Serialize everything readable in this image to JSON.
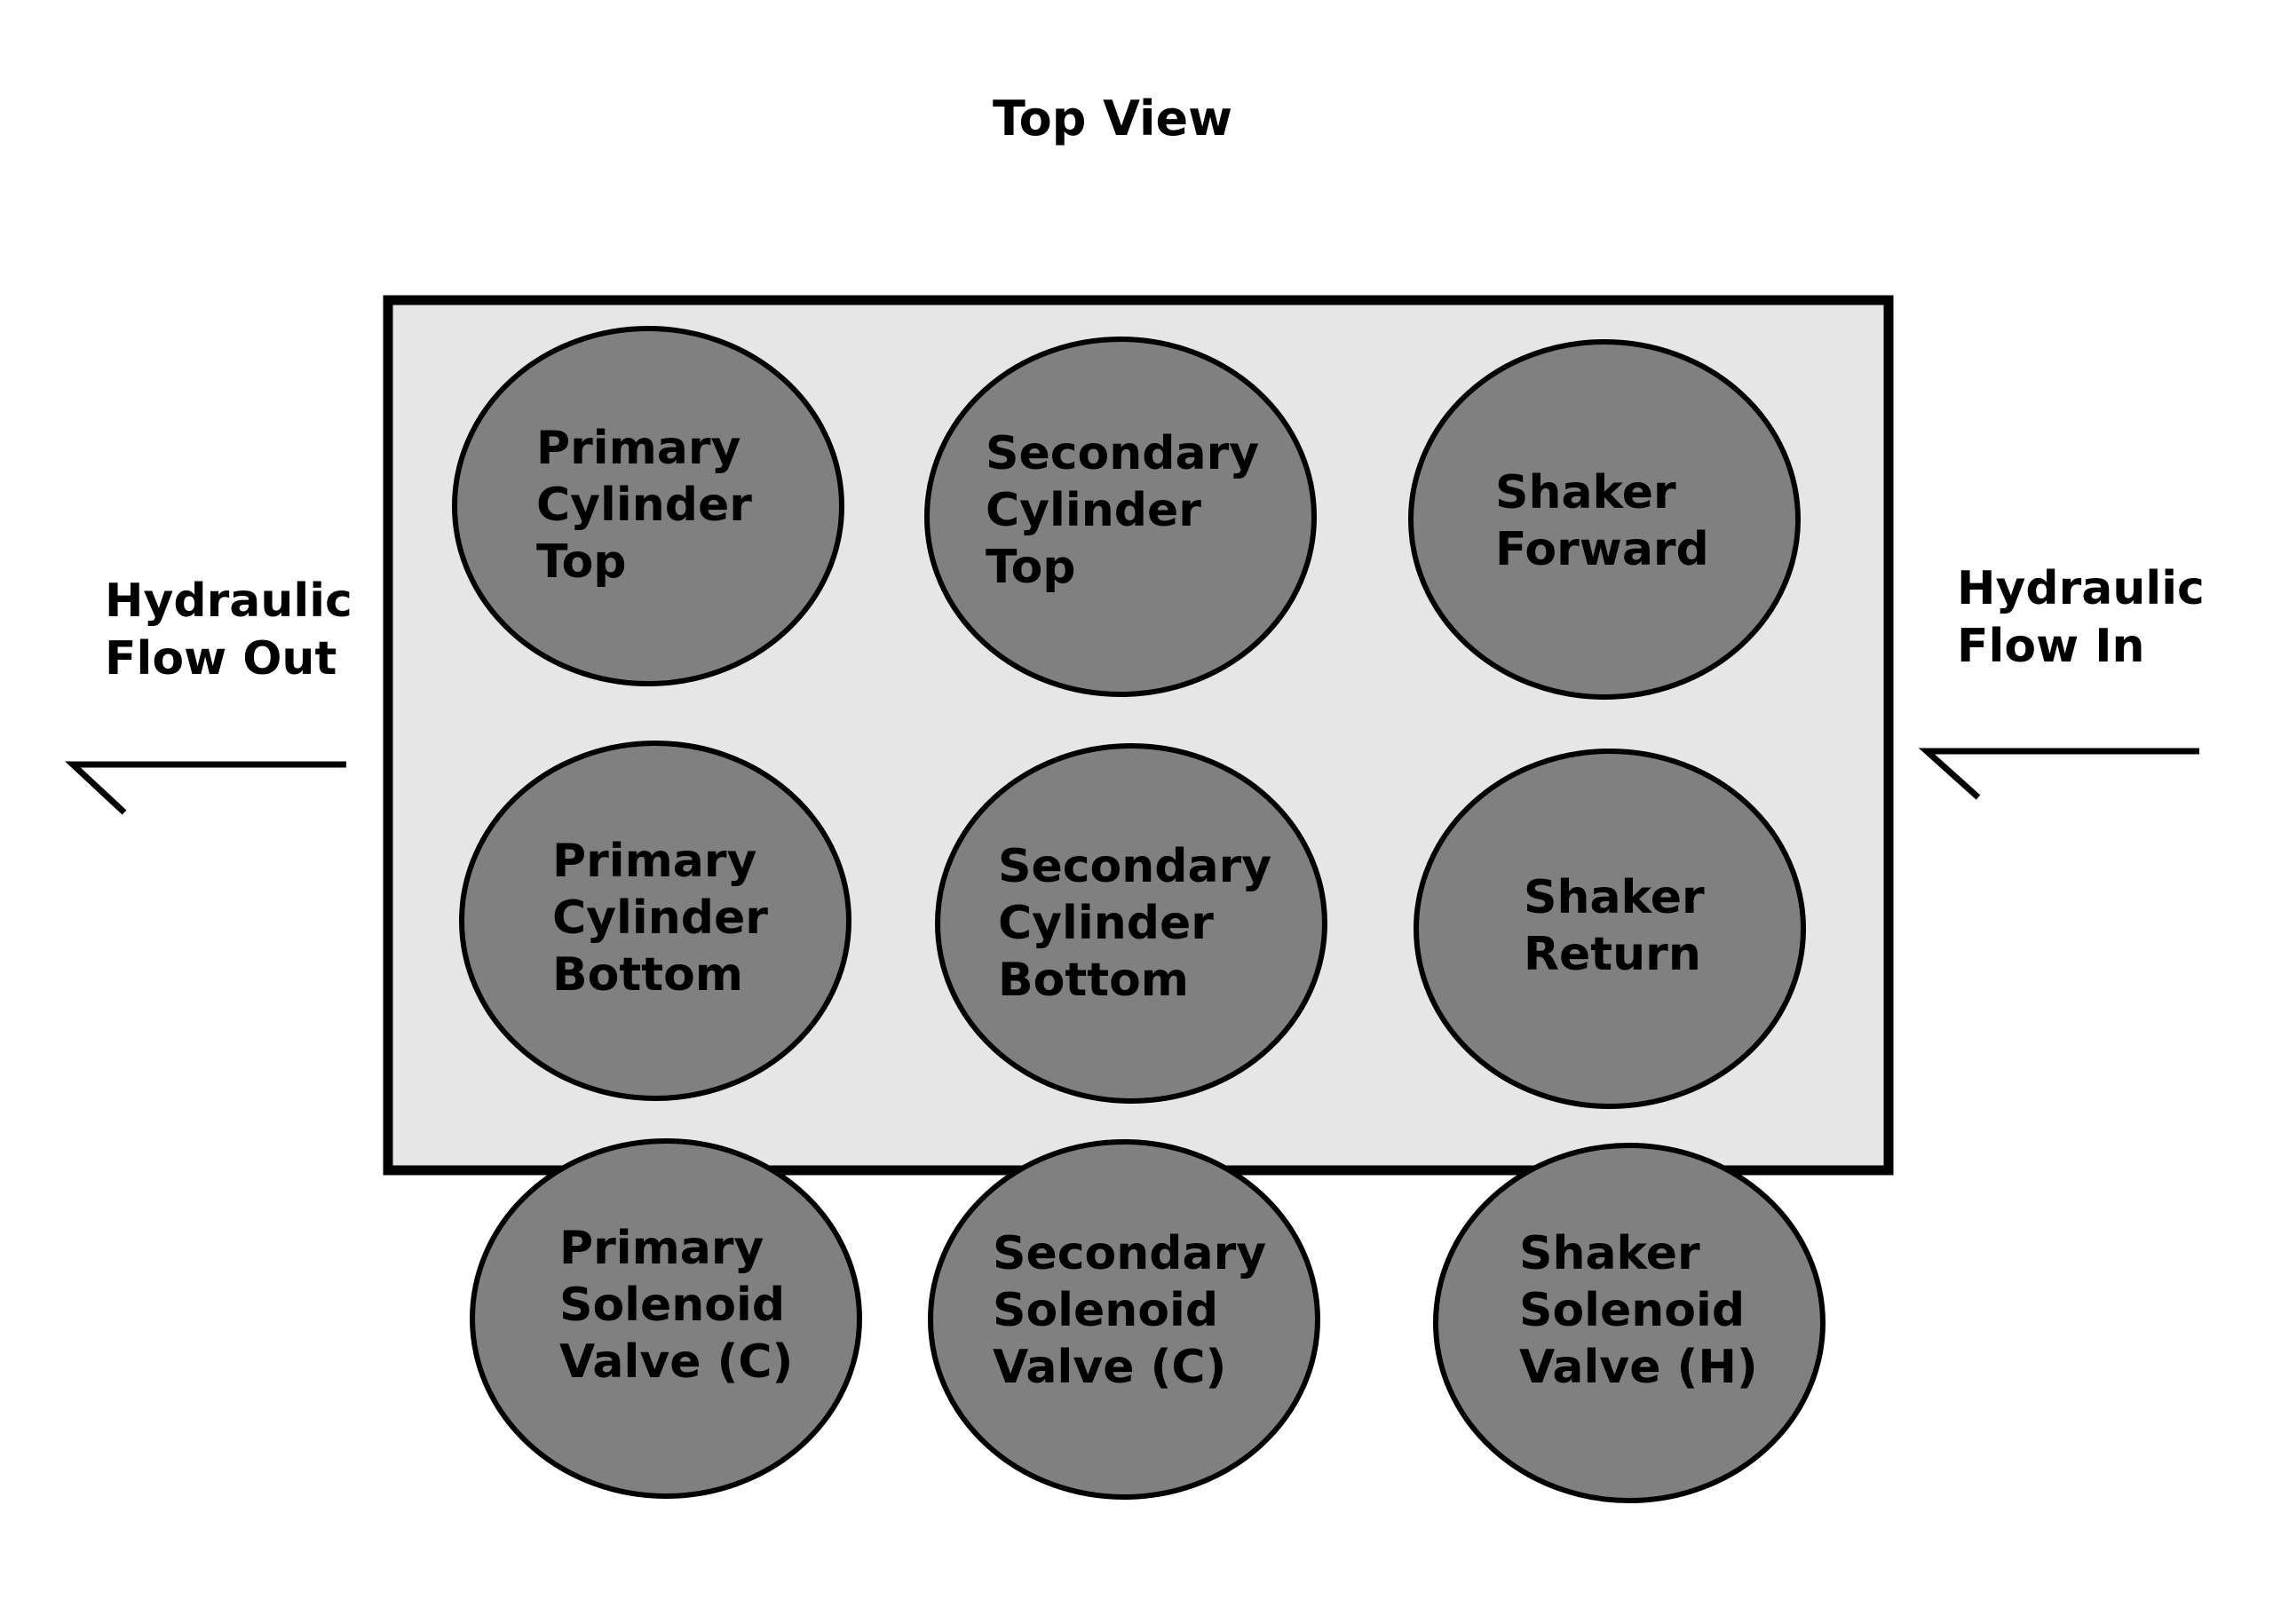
{
  "title": "Top View",
  "colors": {
    "background": "#ffffff",
    "panel_fill": "#e6e6e6",
    "circle_fill": "#808080",
    "stroke": "#000000"
  },
  "flow_out": {
    "lines": [
      "Hydraulic",
      "Flow Out"
    ]
  },
  "flow_in": {
    "lines": [
      "Hydraulic",
      "Flow In"
    ]
  },
  "components": [
    {
      "id": "primary-cylinder-top",
      "lines": [
        "Primary",
        "Cylinder",
        "Top"
      ]
    },
    {
      "id": "secondary-cylinder-top",
      "lines": [
        "Secondary",
        "Cylinder",
        "Top"
      ]
    },
    {
      "id": "shaker-forward",
      "lines": [
        "Shaker",
        "Forward"
      ]
    },
    {
      "id": "primary-cylinder-bottom",
      "lines": [
        "Primary",
        "Cylinder",
        "Bottom"
      ]
    },
    {
      "id": "secondary-cylinder-bottom",
      "lines": [
        "Secondary",
        "Cylinder",
        "Bottom"
      ]
    },
    {
      "id": "shaker-return",
      "lines": [
        "Shaker",
        "Return"
      ]
    },
    {
      "id": "primary-solenoid-valve",
      "lines": [
        "Primary",
        "Solenoid",
        "Valve (C)"
      ]
    },
    {
      "id": "secondary-solenoid-valve",
      "lines": [
        "Secondary",
        "Solenoid",
        "Valve (C)"
      ]
    },
    {
      "id": "shaker-solenoid-valve",
      "lines": [
        "Shaker",
        "Solenoid",
        "Valve (H)"
      ]
    }
  ]
}
